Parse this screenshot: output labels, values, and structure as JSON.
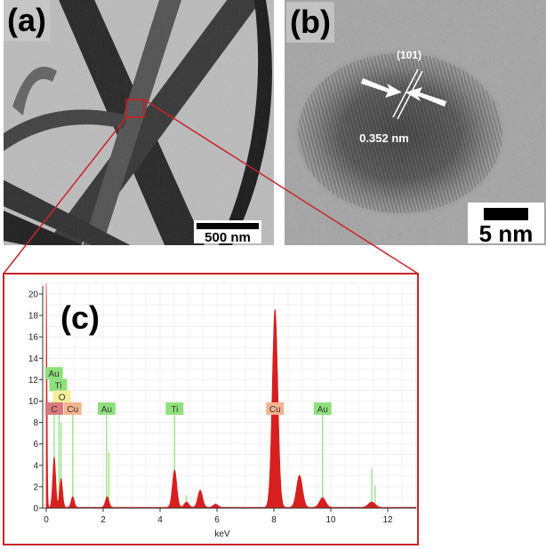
{
  "panels": {
    "a": {
      "label": "(a)",
      "scale_bar": "500 nm"
    },
    "b": {
      "label": "(b)",
      "scale_bar": "5 nm",
      "plane": "(101)",
      "d_spacing": "0.352 nm"
    },
    "c": {
      "label": "(c)"
    }
  },
  "colors": {
    "spectrum": "#d81f1f",
    "frame": "#c8252a",
    "marker_line": "#8ee07a"
  },
  "chart_data": {
    "type": "area",
    "xlabel": "keV",
    "ylabel": "",
    "xlim": [
      0,
      13
    ],
    "ylim": [
      0,
      21
    ],
    "xticks": [
      0,
      2,
      4,
      6,
      8,
      10,
      12
    ],
    "yticks": [
      0,
      2,
      4,
      6,
      8,
      10,
      12,
      14,
      16,
      18,
      20
    ],
    "grid": true,
    "peaks": [
      {
        "x": 0.0,
        "y": 21.0
      },
      {
        "x": 0.28,
        "y": 4.7
      },
      {
        "x": 0.52,
        "y": 2.7
      },
      {
        "x": 0.93,
        "y": 1.0
      },
      {
        "x": 2.14,
        "y": 1.0
      },
      {
        "x": 4.51,
        "y": 3.5
      },
      {
        "x": 4.93,
        "y": 0.5
      },
      {
        "x": 5.41,
        "y": 1.6
      },
      {
        "x": 5.95,
        "y": 0.3
      },
      {
        "x": 8.04,
        "y": 18.5
      },
      {
        "x": 8.9,
        "y": 3.0
      },
      {
        "x": 9.71,
        "y": 0.9
      },
      {
        "x": 11.44,
        "y": 0.5
      }
    ],
    "marker_lines": [
      {
        "x": 0.28,
        "y": 9.0
      },
      {
        "x": 0.45,
        "y": 9.0
      },
      {
        "x": 0.52,
        "y": 8.0
      },
      {
        "x": 0.93,
        "y": 9.0
      },
      {
        "x": 2.12,
        "y": 9.0
      },
      {
        "x": 2.2,
        "y": 5.2
      },
      {
        "x": 4.51,
        "y": 9.0
      },
      {
        "x": 4.93,
        "y": 1.2
      },
      {
        "x": 8.04,
        "y": 9.0
      },
      {
        "x": 9.71,
        "y": 9.0
      },
      {
        "x": 11.44,
        "y": 3.7
      },
      {
        "x": 11.56,
        "y": 2.1
      }
    ],
    "element_labels": [
      {
        "text": "Au",
        "x": 0.27,
        "y": 12.6,
        "color": "#8fe07c"
      },
      {
        "text": "Ti",
        "x": 0.42,
        "y": 11.5,
        "color": "#8fe07c"
      },
      {
        "text": "O",
        "x": 0.55,
        "y": 10.4,
        "color": "#f3ee9a"
      },
      {
        "text": "C",
        "x": 0.28,
        "y": 9.3,
        "color": "#d9787c"
      },
      {
        "text": "Cu",
        "x": 0.93,
        "y": 9.3,
        "color": "#f4b48e"
      },
      {
        "text": "Au",
        "x": 2.12,
        "y": 9.3,
        "color": "#8fe07c"
      },
      {
        "text": "Ti",
        "x": 4.51,
        "y": 9.3,
        "color": "#8fe07c"
      },
      {
        "text": "Cu",
        "x": 8.04,
        "y": 9.3,
        "color": "#f4b48e"
      },
      {
        "text": "Au",
        "x": 9.71,
        "y": 9.3,
        "color": "#8fe07c"
      }
    ]
  }
}
